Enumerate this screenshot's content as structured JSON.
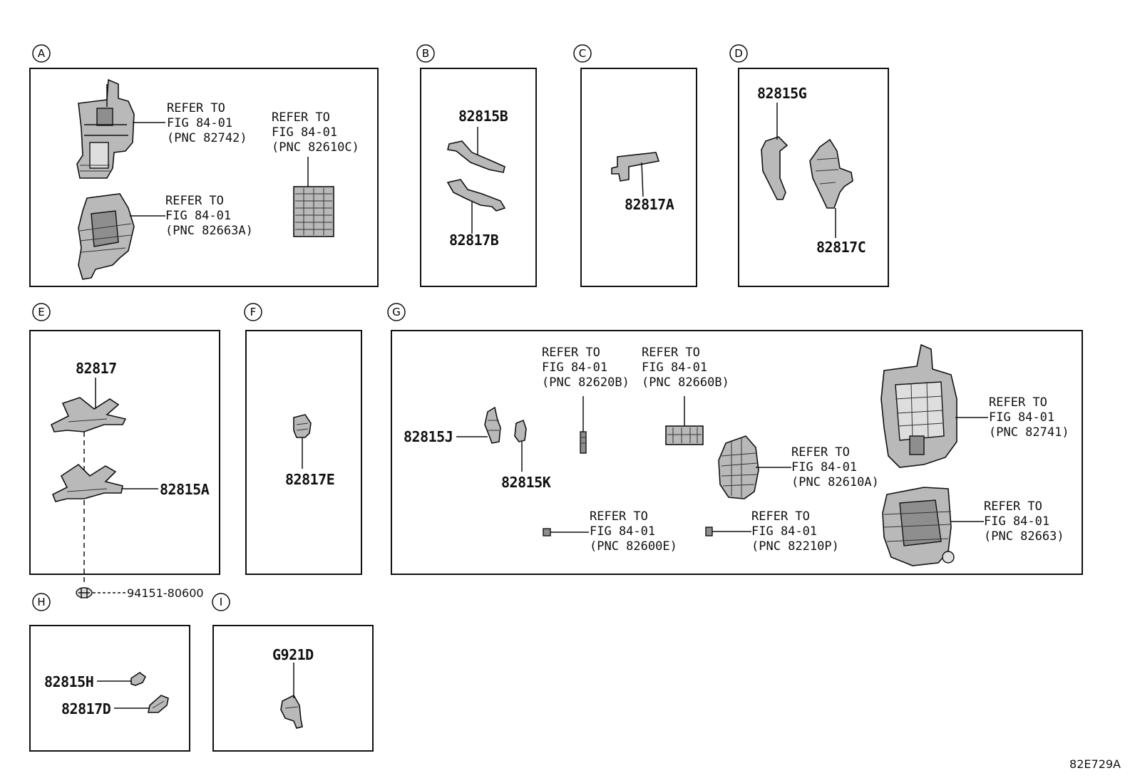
{
  "panels": [
    {
      "id": "A",
      "letter": "A"
    },
    {
      "id": "B",
      "letter": "B"
    },
    {
      "id": "C",
      "letter": "C"
    },
    {
      "id": "D",
      "letter": "D"
    },
    {
      "id": "E",
      "letter": "E"
    },
    {
      "id": "F",
      "letter": "F"
    },
    {
      "id": "G",
      "letter": "G"
    },
    {
      "id": "H",
      "letter": "H"
    },
    {
      "id": "I",
      "letter": "I"
    }
  ],
  "refer": {
    "line1": "REFER TO",
    "line2": "FIG 84-01"
  },
  "panel_a": {
    "ref1_pnc": "(PNC 82742)",
    "ref2_pnc": "(PNC 82663A)",
    "ref3_pnc": "(PNC 82610C)"
  },
  "panel_b": {
    "upper": "82815B",
    "lower": "82817B"
  },
  "panel_c": {
    "part": "82817A"
  },
  "panel_d": {
    "left": "82815G",
    "right": "82817C"
  },
  "panel_e": {
    "upper": "82817",
    "lower": "82815A",
    "clip": "94151-80600"
  },
  "panel_f": {
    "part": "82817E"
  },
  "panel_g": {
    "left1": "82815J",
    "left2": "82815K",
    "ref1_pnc": "(PNC 82620B)",
    "ref2_pnc": "(PNC 82660B)",
    "ref3_pnc": "(PNC 82610A)",
    "ref4_pnc": "(PNC 82741)",
    "ref5_pnc": "(PNC 82600E)",
    "ref6_pnc": "(PNC 82210P)",
    "ref7_pnc": "(PNC 82663)"
  },
  "panel_h": {
    "upper": "82815H",
    "lower": "82817D"
  },
  "panel_i": {
    "part": "G921D"
  },
  "diagram_code": "82E729A"
}
